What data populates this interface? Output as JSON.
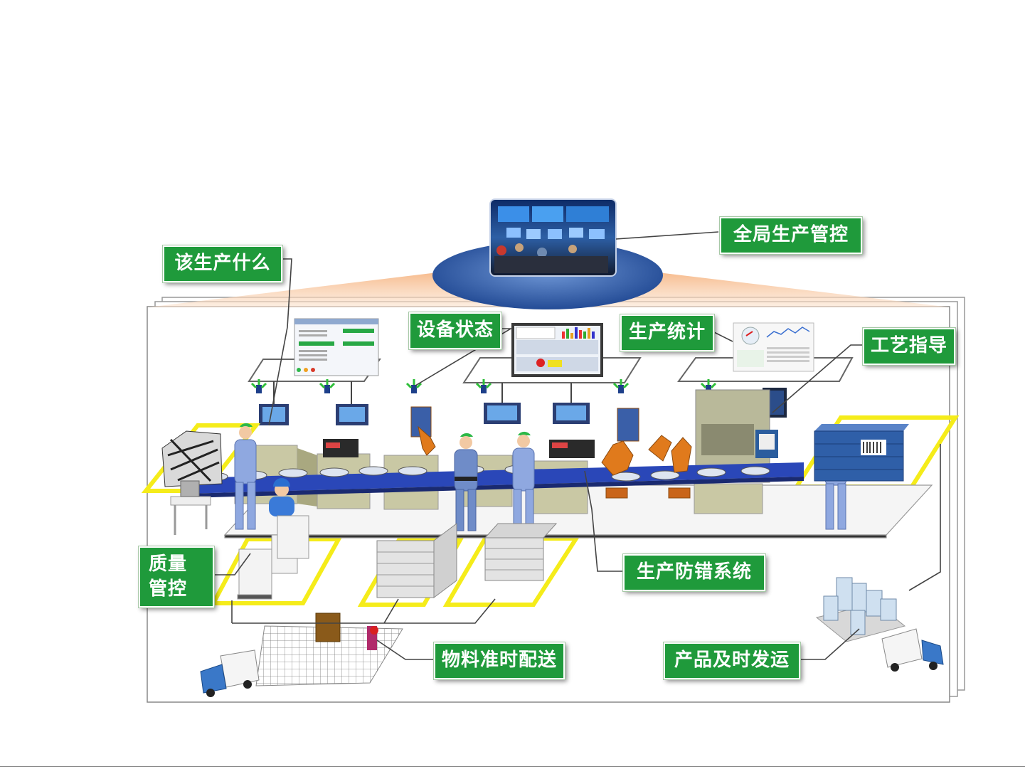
{
  "labels": {
    "global_control": "全局生产管控",
    "what_to_produce": "该生产什么",
    "equipment_status": "设备状态",
    "production_stats": "生产统计",
    "process_guidance": "工艺指导",
    "quality_control": "质量\n管控",
    "error_proofing": "生产防错系统",
    "material_delivery": "物料准时配送",
    "product_shipping": "产品及时发运"
  },
  "colors": {
    "label_green": "#1f9a3b",
    "worker_blue": "#8fa8e0",
    "conveyor_blue": "#2a47b8",
    "robot_orange": "#e07a1c",
    "zone_yellow": "#f5ec1a",
    "pedestal_blue": "#2f5fa8"
  }
}
